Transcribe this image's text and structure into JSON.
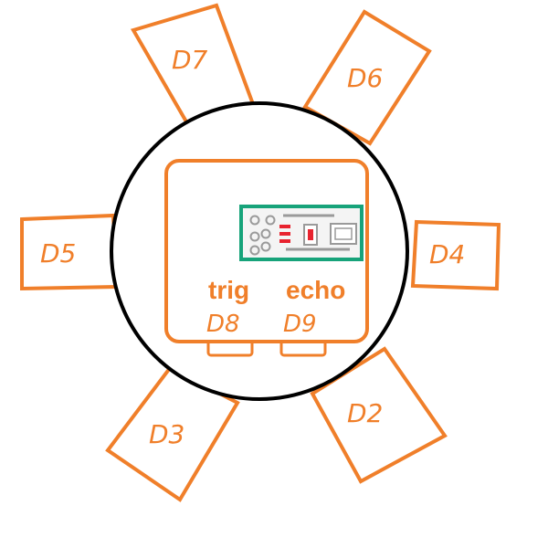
{
  "colors": {
    "accent": "#f07f2a",
    "outline": "#000000",
    "board_green": "#17a37a",
    "board_bg": "#f4f4f4",
    "led_red": "#e8232f",
    "component_grey": "#9a9a9a"
  },
  "sensors": [
    {
      "id": "d7",
      "label": "D7"
    },
    {
      "id": "d6",
      "label": "D6"
    },
    {
      "id": "d5",
      "label": "D5"
    },
    {
      "id": "d4",
      "label": "D4"
    },
    {
      "id": "d3",
      "label": "D3"
    },
    {
      "id": "d2",
      "label": "D2"
    }
  ],
  "module": {
    "trig_label": "trig",
    "echo_label": "echo",
    "trig_pin": "D8",
    "echo_pin": "D9"
  },
  "icons": {
    "board": "circuit-board-icon"
  }
}
